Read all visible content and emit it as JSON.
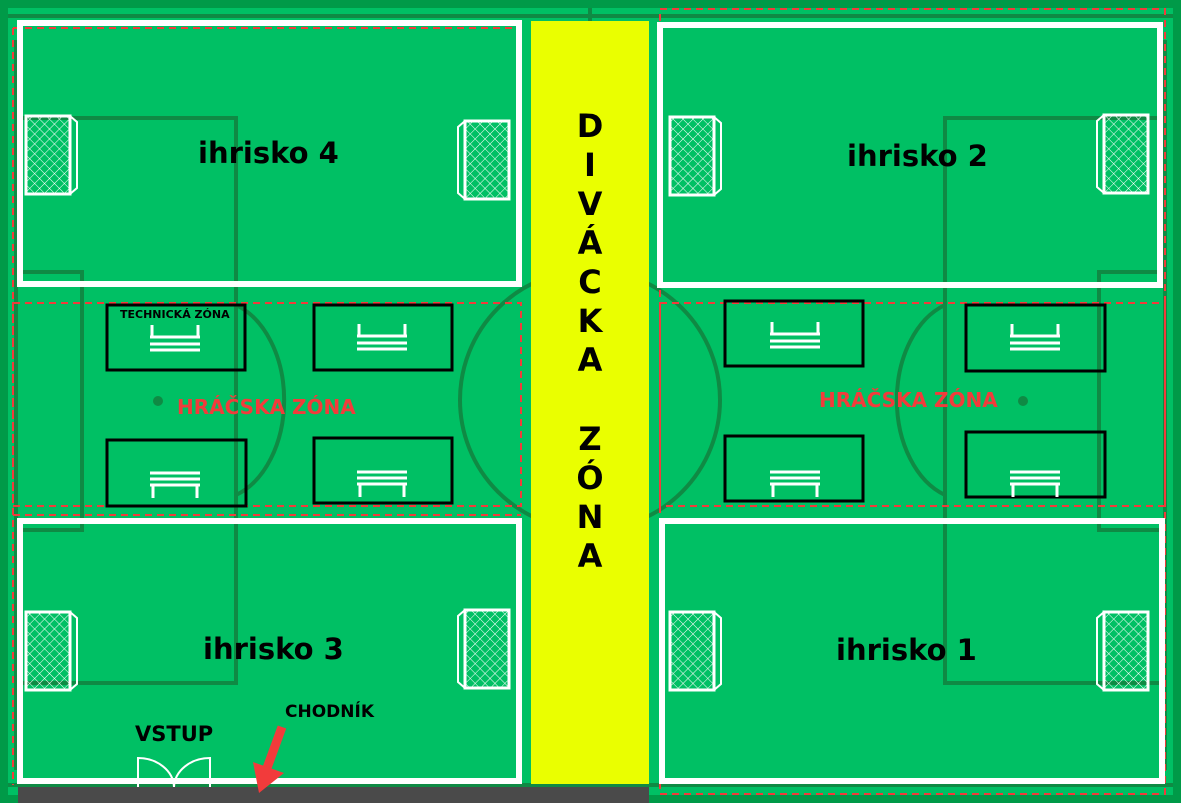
{
  "labels": {
    "pitch4": "ihrisko 4",
    "pitch2": "ihrisko 2",
    "pitch3": "ihrisko 3",
    "pitch1": "ihrisko 1",
    "technical_zone": "TECHNICKÁ ZÓNA",
    "player_zone_left": "HRÁČSKA ZÓNA",
    "player_zone_right": "HRÁČSKA ZÓNA",
    "entrance": "VSTUP",
    "walkway": "CHODNÍK"
  },
  "spectator_zone": {
    "word1": [
      "D",
      "I",
      "V",
      "Á",
      "C",
      "K",
      "A"
    ],
    "word2": [
      "Z",
      "Ó",
      "N",
      "A"
    ]
  },
  "colors": {
    "grass": "#00c064",
    "grass_dark": "#009a48",
    "field_lines": "#ffffff",
    "marking_lines": "#0f8a44",
    "zone_dashes": "#f23b3b",
    "spectator_zone": "#eaff00",
    "bench_box": "#000000",
    "walkway": "#4a4a4a",
    "arrow": "#f23b3b"
  },
  "icons": {
    "goal": "goal-icon",
    "bench": "bench-icon",
    "entrance_door": "door-icon",
    "walkway_arrow": "arrow-icon"
  }
}
